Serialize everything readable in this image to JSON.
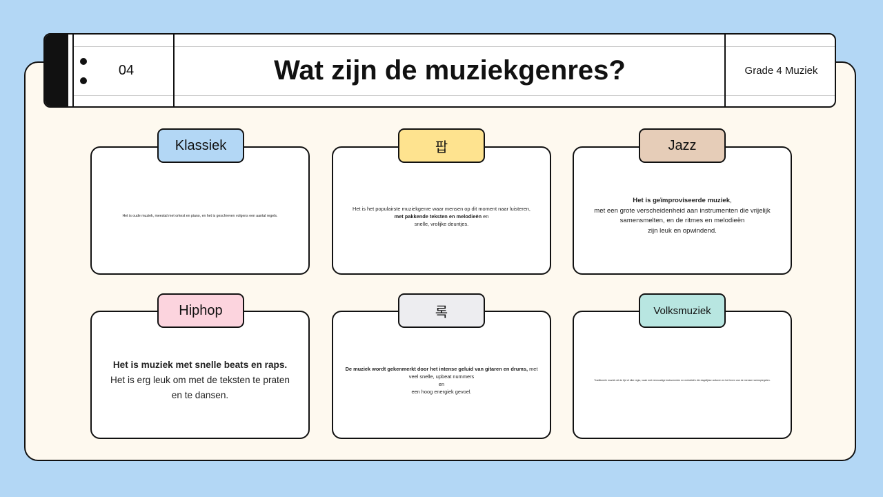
{
  "header": {
    "page_number": "04",
    "title": "Wat zijn de muziekgenres?",
    "grade": "Grade 4 Muziek"
  },
  "colors": {
    "background": "#b3d7f5",
    "board": "#fef9ef",
    "klassiek_tab": "#b3d7f5",
    "pop_tab": "#fee38f",
    "jazz_tab": "#e6cdb8",
    "hiphop_tab": "#fcd4de",
    "rock_tab": "#ededf0",
    "volksmuziek_tab": "#b8e6e1"
  },
  "genres": {
    "klassiek": {
      "name": "Klassiek",
      "text": "Het is oude muziek, meestal met orkest en piano, en het is geschreven volgens een aantal regels."
    },
    "pop": {
      "name": "팝",
      "line1": "Het is het populairste muziekgenre waar mensen op dit moment naar luisteren,",
      "line2_bold": "met pakkende teksten en melodieën",
      "line2_rest": " en",
      "line3": "snelle, vrolijke deuntjes."
    },
    "jazz": {
      "name": "Jazz",
      "line1_bold": "Het is geïmproviseerde muziek",
      "line1_rest": ",",
      "line2": "met een grote verscheidenheid aan instrumenten die vrijelijk",
      "line3": "samensmelten, en de ritmes en melodieën",
      "line4": "zijn leuk en opwindend."
    },
    "hiphop": {
      "name": "Hiphop",
      "line1_bold": "Het is muziek met snelle beats en raps.",
      "line2": "Het is erg leuk om met de teksten te praten",
      "line3": "en te dansen."
    },
    "rock": {
      "name": "록",
      "line1_bold": "De muziek wordt gekenmerkt door het intense geluid van gitaren en drums,",
      "line1_rest": " met",
      "line2": "veel snelle, upbeat nummers",
      "line3": "en",
      "line4": "een hoog energiek gevoel."
    },
    "volksmuziek": {
      "name": "Volksmuziek",
      "text": "Traditionele muziek uit de tijd of elke regio, vaak met eenvoudige instrumenten en melodieën die dagelijkse culturen en het leven van de mensen weerspiegelen."
    }
  }
}
